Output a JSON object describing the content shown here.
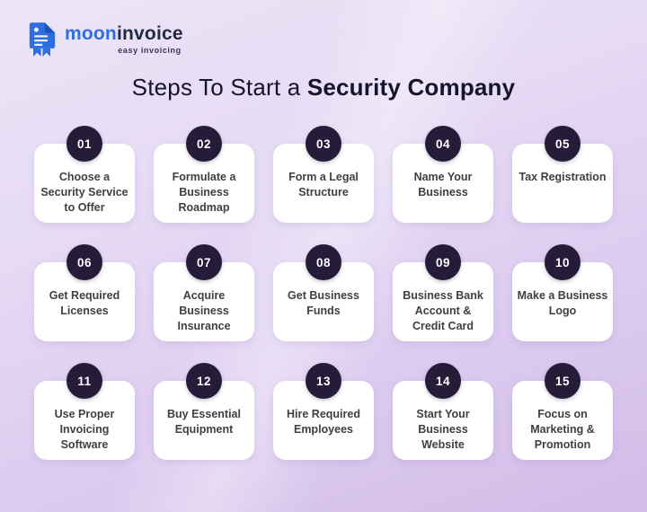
{
  "brand": {
    "name_part1": "moon",
    "name_part2": "invoice",
    "tagline": "easy invoicing",
    "logo_icon": "document-bookmark-moon-icon"
  },
  "title": {
    "prefix": "Steps To Start a ",
    "highlight": "Security Company"
  },
  "steps": [
    {
      "number": "01",
      "label": "Choose a Security Service to Offer"
    },
    {
      "number": "02",
      "label": "Formulate a Business Roadmap"
    },
    {
      "number": "03",
      "label": "Form a Legal Structure"
    },
    {
      "number": "04",
      "label": "Name Your Business"
    },
    {
      "number": "05",
      "label": "Tax Registration"
    },
    {
      "number": "06",
      "label": "Get Required Licenses"
    },
    {
      "number": "07",
      "label": "Acquire Business Insurance"
    },
    {
      "number": "08",
      "label": "Get Business Funds"
    },
    {
      "number": "09",
      "label": "Business Bank Account & Credit Card"
    },
    {
      "number": "10",
      "label": "Make a Business Logo"
    },
    {
      "number": "11",
      "label": "Use Proper Invoicing Software"
    },
    {
      "number": "12",
      "label": "Buy Essential Equipment"
    },
    {
      "number": "13",
      "label": "Hire Required Employees"
    },
    {
      "number": "14",
      "label": "Start Your Business Website"
    },
    {
      "number": "15",
      "label": "Focus on Marketing & Promotion"
    }
  ],
  "colors": {
    "brand_blue": "#2f6fe0",
    "brand_dark": "#232b42",
    "badge_background": "#251c39",
    "badge_text": "#ffffff",
    "card_background": "#ffffff",
    "card_text": "#404040",
    "title_text": "#15152e",
    "background_light": "#ece5f8",
    "background_dark": "#d2bce8"
  }
}
